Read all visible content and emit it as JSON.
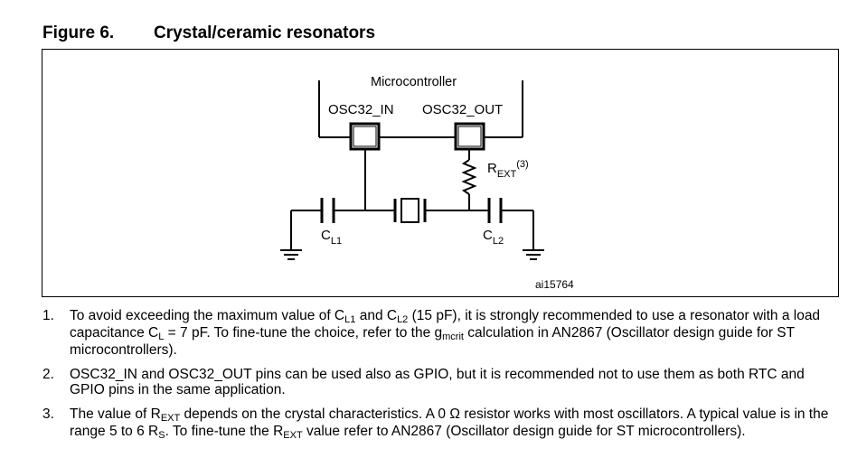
{
  "figure": {
    "number": "Figure 6.",
    "title": "Crystal/ceramic resonators",
    "labels": {
      "microcontroller": "Microcontroller",
      "osc_in": "OSC32_IN",
      "osc_out": "OSC32_OUT",
      "rext_main": "R",
      "rext_sub": "EXT",
      "rext_sup": "(3)",
      "cl1_main": "C",
      "cl1_sub": "L1",
      "cl2_main": "C",
      "cl2_sub": "L2",
      "ref_id": "ai15764"
    }
  },
  "notes": [
    {
      "number": "1.",
      "segments": [
        {
          "text": "To avoid exceeding the maximum value of C"
        },
        {
          "text": "L1",
          "style": "sub"
        },
        {
          "text": " and C"
        },
        {
          "text": "L2",
          "style": "sub"
        },
        {
          "text": " (15 pF), it is strongly recommended to use a resonator with a load capacitance C"
        },
        {
          "text": "L",
          "style": "sub"
        },
        {
          "text": " = 7 pF. To fine-tune the choice, refer to the g"
        },
        {
          "text": "mcrit",
          "style": "sub"
        },
        {
          "text": " calculation in AN2867 (Oscillator design guide for ST microcontrollers)."
        }
      ]
    },
    {
      "number": "2.",
      "segments": [
        {
          "text": "OSC32_IN and OSC32_OUT pins can be used also as GPIO, but it is recommended not to use them as both RTC and GPIO pins in the same application."
        }
      ]
    },
    {
      "number": "3.",
      "segments": [
        {
          "text": "The value of R"
        },
        {
          "text": "EXT",
          "style": "sub"
        },
        {
          "text": " depends on the crystal characteristics. A 0 Ω resistor works with most oscillators. A typical value is in the range 5 to 6 R"
        },
        {
          "text": "S",
          "style": "sub"
        },
        {
          "text": ". To fine-tune the R"
        },
        {
          "text": "EXT",
          "style": "sub"
        },
        {
          "text": " value refer to AN2867 (Oscillator design guide for ST microcontrollers)."
        }
      ]
    }
  ]
}
